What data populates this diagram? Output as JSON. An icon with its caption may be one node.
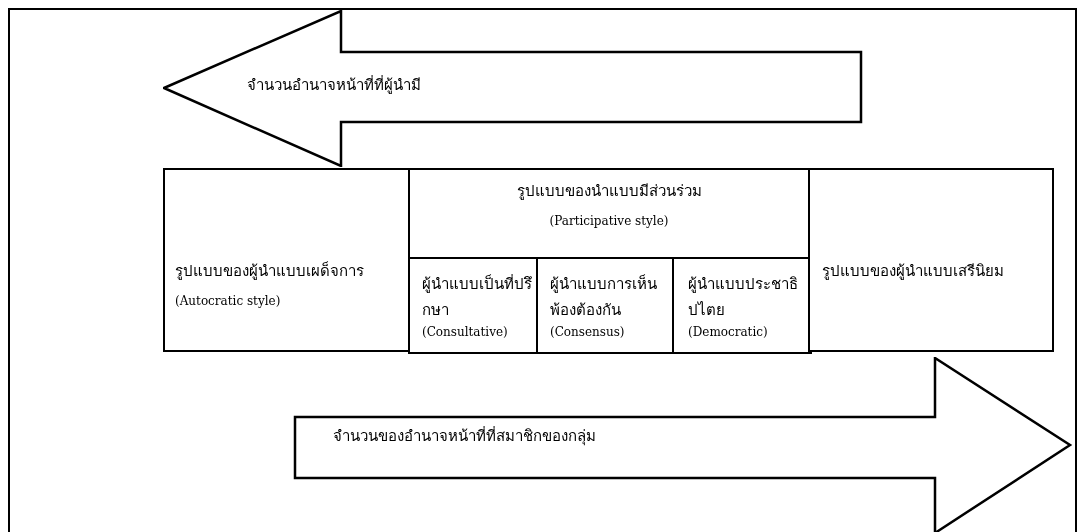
{
  "diagram": {
    "nodes": [
      {
        "text": [
          "จำนวนอำนาจหน้าที่ที่ผู้นำมี"
        ]
      },
      {
        "text": [
          "รูปแบบของผู้นำแบบเผด็จการ",
          "(Autocratic style)"
        ]
      },
      {
        "text": [
          "รูปแบบของนำแบบมีส่วนร่วม",
          "(Participative style)"
        ]
      },
      {
        "text": [
          "ผู้นำแบบเป็นที่ปรึกษา",
          "(Consultative)"
        ],
        "in": 2
      },
      {
        "text": [
          "ผู้นำแบบการเห็นพ้องต้องกัน",
          "(Consensus)"
        ],
        "in": 2
      },
      {
        "text": [
          "ผู้นำแบบประชาธิปไตย",
          "(Democratic)"
        ],
        "in": 2
      },
      {
        "text": [
          "รูปแบบของผู้นำแบบเสรีนิยม"
        ]
      },
      {
        "text": [
          "จำนวนของอำนาจหน้าที่ที่สมาชิกของกลุ่ม"
        ]
      }
    ]
  }
}
